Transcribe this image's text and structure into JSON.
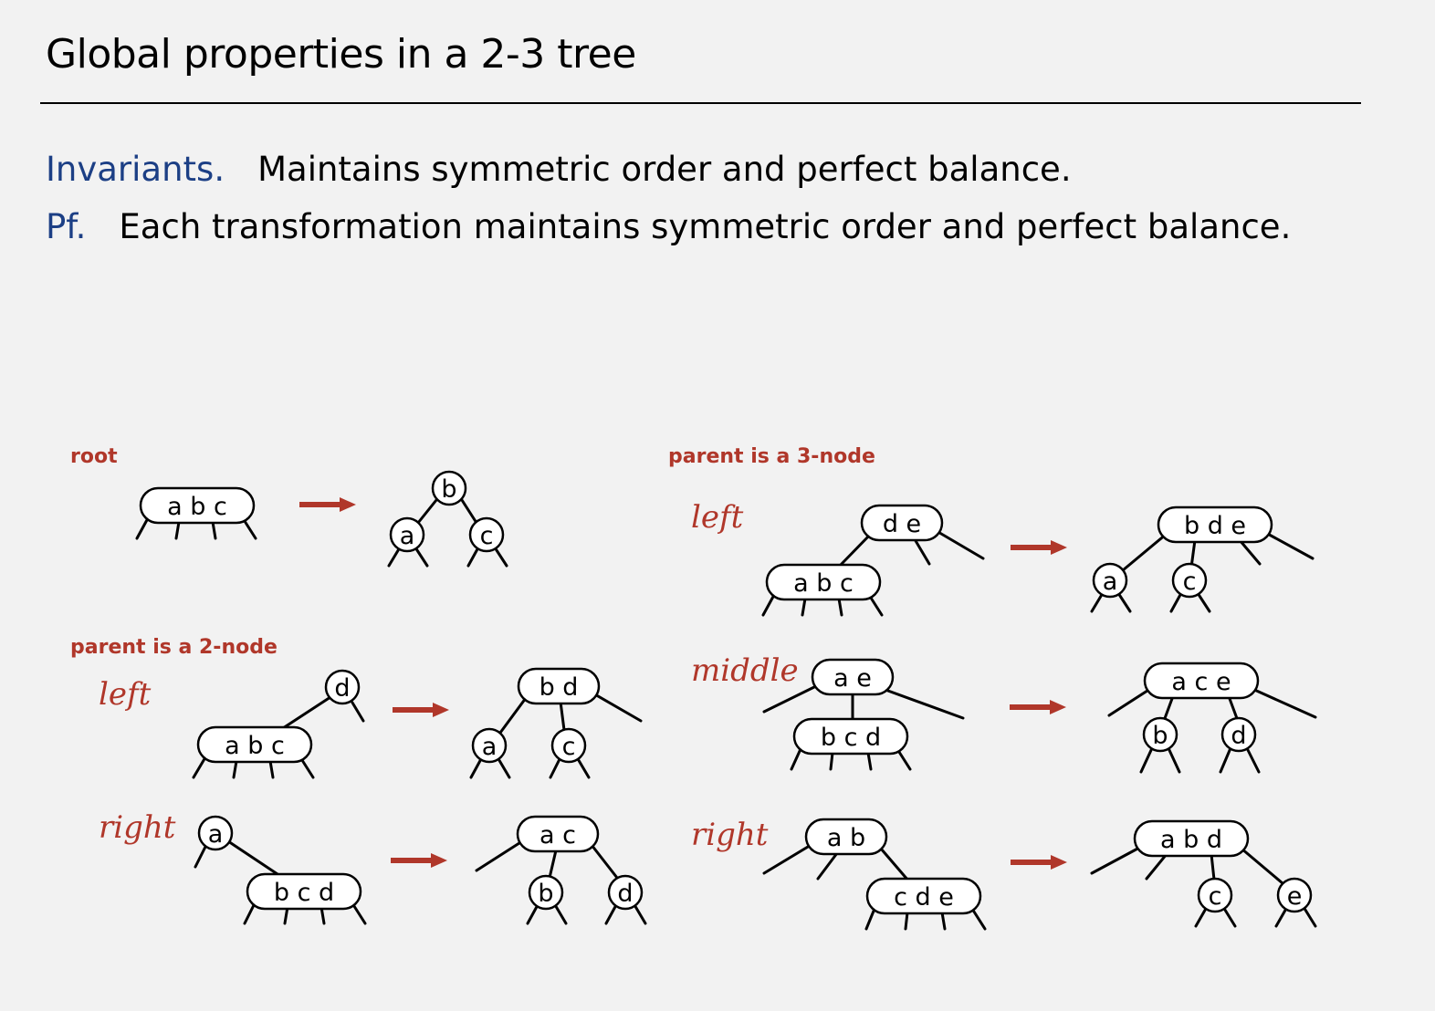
{
  "slide": {
    "title": "Global properties in a 2-3 tree",
    "invariants_label": "Invariants.",
    "invariants_text": "Maintains symmetric order and perfect balance.",
    "pf_label": "Pf.",
    "pf_text": "Each transformation maintains symmetric order and perfect balance."
  },
  "colors": {
    "accent_red": "#b0372a",
    "label_blue": "#1c3f85"
  },
  "diagram": {
    "section_root": "root",
    "section_parent2": "parent is a 2-node",
    "section_parent3": "parent is a 3-node",
    "case_left": "left",
    "case_right": "right",
    "case_left_3": "left",
    "case_middle_3": "middle",
    "case_right_3": "right",
    "transformations": [
      {
        "id": "root",
        "before": [
          "a b c"
        ],
        "after": [
          "b",
          "a",
          "c"
        ]
      },
      {
        "id": "p2-left",
        "before": [
          "d",
          "a b c"
        ],
        "after": [
          "b d",
          "a",
          "c"
        ]
      },
      {
        "id": "p2-right",
        "before": [
          "a",
          "b c d"
        ],
        "after": [
          "a c",
          "b",
          "d"
        ]
      },
      {
        "id": "p3-left",
        "before": [
          "d e",
          "a b c"
        ],
        "after": [
          "b d e",
          "a",
          "c"
        ]
      },
      {
        "id": "p3-middle",
        "before": [
          "a e",
          "b c d"
        ],
        "after": [
          "a c e",
          "b",
          "d"
        ]
      },
      {
        "id": "p3-right",
        "before": [
          "a b",
          "c d e"
        ],
        "after": [
          "a b d",
          "c",
          "e"
        ]
      }
    ]
  }
}
